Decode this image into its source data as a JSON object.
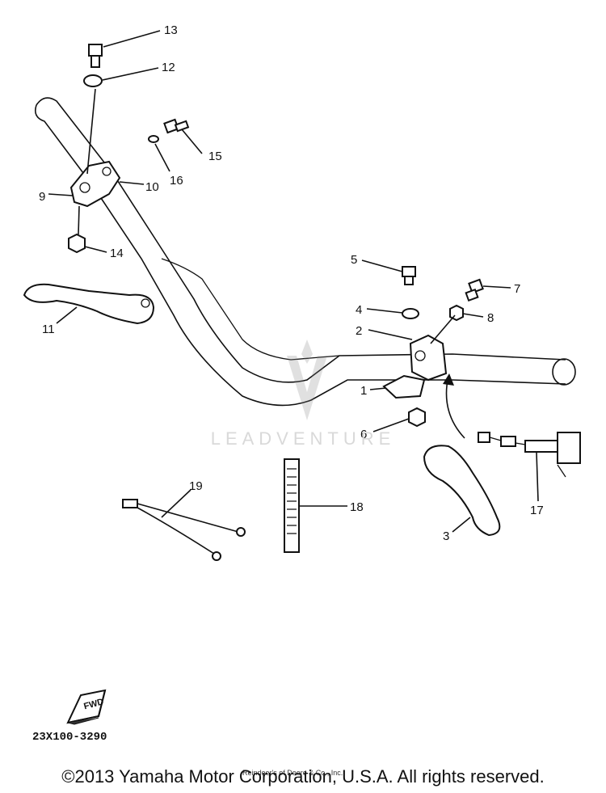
{
  "parts": {
    "p1": "1",
    "p2": "2",
    "p3": "3",
    "p4": "4",
    "p5": "5",
    "p6": "6",
    "p7": "7",
    "p8": "8",
    "p9": "9",
    "p10": "10",
    "p11": "11",
    "p12": "12",
    "p13": "13",
    "p14": "14",
    "p15": "15",
    "p16": "16",
    "p17": "17",
    "p18": "18",
    "p19": "19"
  },
  "watermark": "LEADVENTURE",
  "fwd_label": "FWD",
  "diagram_code": "23X100-3290",
  "copyright": "©2013 Yamaha Motor Corporation, U.S.A. All rights reserved.",
  "copyright_sub": "Reindeer's of Deere & Co., Inc."
}
